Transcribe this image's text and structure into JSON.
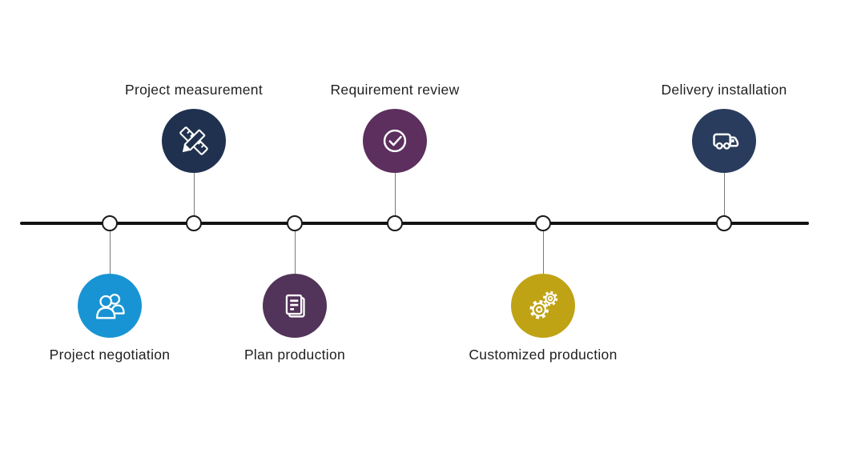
{
  "figure": {
    "type": "timeline-process-diagram",
    "background": "#ffffff",
    "axis_color": "#121212",
    "connector_color": "#7a7a7a",
    "node_fill": "#ffffff",
    "node_border_color": "#1a1a1a",
    "label_color": "#1f1f1f"
  },
  "steps": [
    {
      "label": "Project negotiation",
      "side": "below",
      "icon": "people-icon",
      "color": "#1894D4"
    },
    {
      "label": "Project measurement",
      "side": "above",
      "icon": "ruler-pencil-icon",
      "color": "#20314F"
    },
    {
      "label": "Plan production",
      "side": "below",
      "icon": "document-icon",
      "color": "#523359"
    },
    {
      "label": "Requirement review",
      "side": "above",
      "icon": "check-circle-icon",
      "color": "#5C2F5E"
    },
    {
      "label": "Customized production",
      "side": "below",
      "icon": "gears-icon",
      "color": "#BFA314"
    },
    {
      "label": "Delivery installation",
      "side": "above",
      "icon": "truck-icon",
      "color": "#2A3C5D"
    }
  ]
}
